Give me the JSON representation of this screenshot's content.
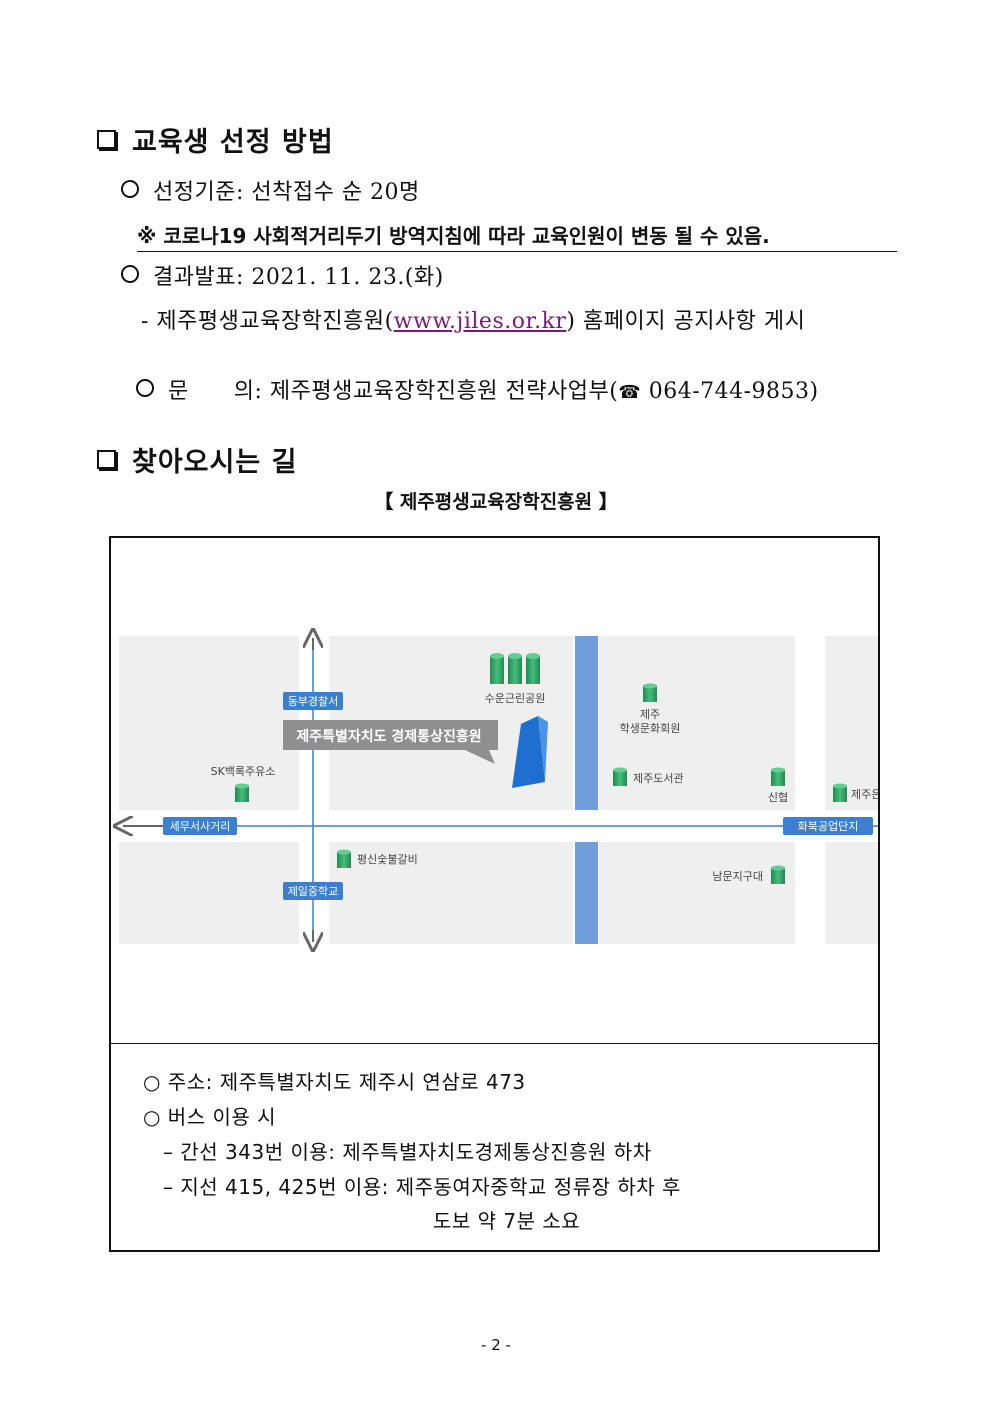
{
  "section1": {
    "title": "교육생 선정 방법",
    "criteria": "선정기준: 선착접수 순 20명",
    "notice": "※ 코로나19 사회적거리두기 방역지침에 따라 교육인원이 변동 될 수 있음.",
    "result": "결과발표: 2021. 11. 23.(화)",
    "posting_prefix": "- 제주평생교육장학진흥원(",
    "posting_link": "www.jiles.or.kr",
    "posting_suffix": ") 홈페이지 공지사항 게시",
    "inquiry_label": "문      의:",
    "inquiry_text": "제주평생교육장학진흥원 전략사업부(",
    "phone_glyph": "☎",
    "phone": "064-744-9853)"
  },
  "section2": {
    "title": "찾아오시는 길",
    "caption": "【 제주평생교육장학진흥원 】"
  },
  "map": {
    "labels": {
      "east_police": "동부경찰서",
      "sueun_park": "수운근린공원",
      "student_hall": "제주",
      "student_hall2": "학생문화회원",
      "main_building": "제주특별자치도 경제통상진흥원",
      "sk_gas": "SK백록주유소",
      "jeju_library": "제주도서관",
      "shinhyup": "신협",
      "jeju_right": "제주은",
      "tax_office": "세무서사거리",
      "hwabuk": "화북공업단지",
      "pyeongsin": "평신숯불갈비",
      "jeil_school": "제일중학교",
      "nammun": "남문지구대"
    },
    "colors": {
      "road_blue": "#3b7fd0",
      "block_gray": "#efefef",
      "marker_green": "#2c9e63",
      "label_bg": "#3b7fd0",
      "river_blue": "#6f9edb"
    }
  },
  "info": {
    "address": "○ 주소: 제주특별자치도 제주시 연삼로 473",
    "bus": "○ 버스 이용 시",
    "bus_line1": "– 간선 343번 이용: 제주특별자치도경제통상진흥원 하차",
    "bus_line2": "– 지선 415, 425번 이용: 제주동여자중학교 정류장 하차 후",
    "bus_line3": "도보 약 7분 소요"
  },
  "footer": {
    "page": "- 2 -"
  }
}
